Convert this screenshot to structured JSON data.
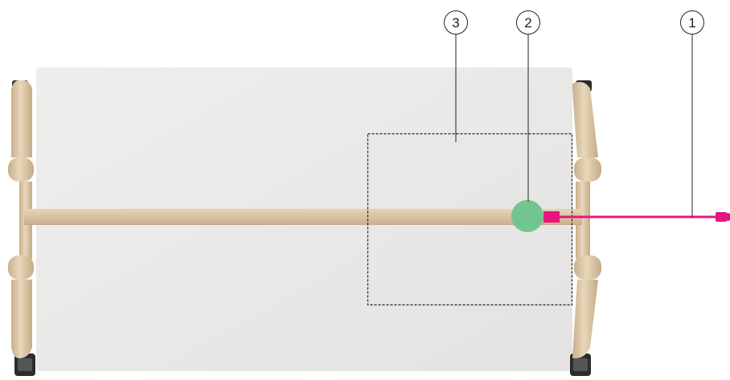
{
  "diagram": {
    "callouts": [
      {
        "number": "1",
        "target": "pull-cord"
      },
      {
        "number": "2",
        "target": "attachment-point"
      },
      {
        "number": "3",
        "target": "detail-region"
      }
    ],
    "colors": {
      "panel": "#e9e8e6",
      "wood": "#dcc8a8",
      "wood_shadow": "#c4ab85",
      "cord": "#e6167e",
      "marker": "#72c58e",
      "wheel": "#2c2c2c",
      "outline": "#222222"
    }
  }
}
